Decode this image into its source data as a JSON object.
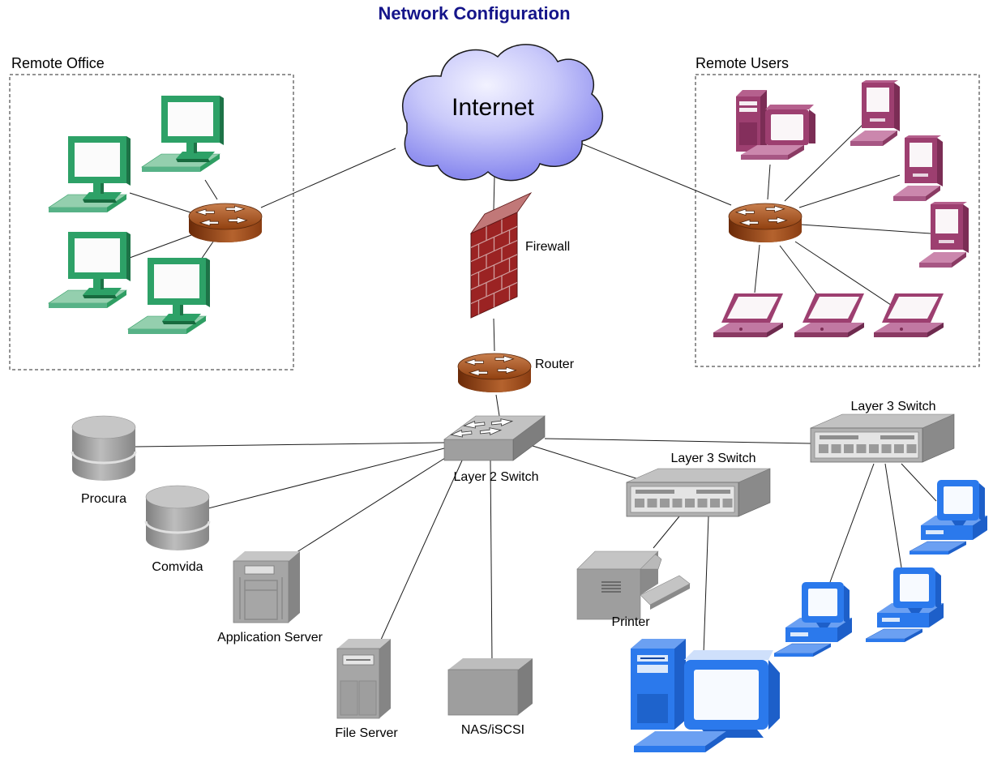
{
  "title": "Network Configuration",
  "cloud": {
    "label": "Internet"
  },
  "groups": {
    "remote_office": {
      "label": "Remote Office"
    },
    "remote_users": {
      "label": "Remote Users"
    }
  },
  "nodes": {
    "firewall": {
      "label": "Firewall"
    },
    "router": {
      "label": "Router"
    },
    "layer2_switch": {
      "label": "Layer 2 Switch"
    },
    "layer3_switch_mid": {
      "label": "Layer 3 Switch"
    },
    "layer3_switch_right": {
      "label": "Layer 3 Switch"
    },
    "procura_db": {
      "label": "Procura"
    },
    "comvida_db": {
      "label": "Comvida"
    },
    "application_server": {
      "label": "Application Server"
    },
    "file_server": {
      "label": "File Server"
    },
    "nas": {
      "label": "NAS/iSCSI"
    },
    "printer": {
      "label": "Printer"
    }
  },
  "colors": {
    "title_navy": "#15158a",
    "cloud_blue": "#8282ee",
    "office_green": "#2f9e63",
    "users_magenta": "#9d3f70",
    "lan_blue": "#2b79ec",
    "router_brown": "#9c4a1c",
    "firewall_red": "#9b2323",
    "device_gray": "#a6a6a6"
  }
}
